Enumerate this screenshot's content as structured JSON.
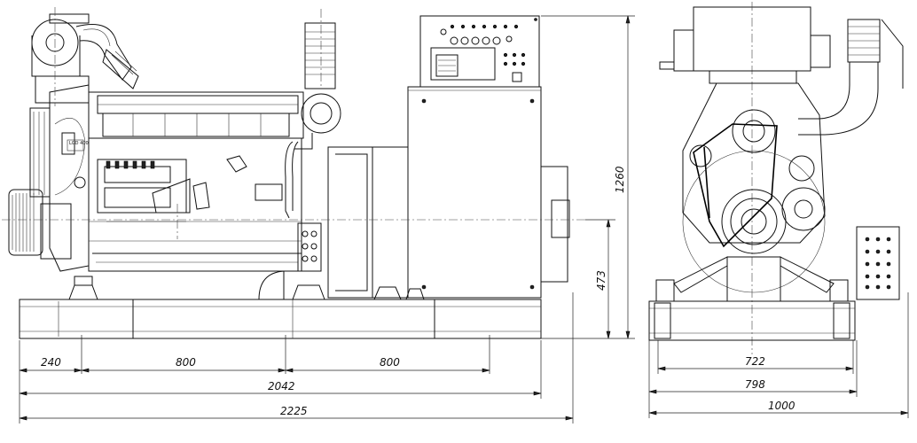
{
  "dimensions": {
    "side_view": {
      "d240": "240",
      "d800a": "800",
      "d800b": "800",
      "d2042": "2042",
      "d2225": "2225",
      "d1260": "1260",
      "d473": "473"
    },
    "end_view": {
      "d722": "722",
      "d798": "798",
      "d1000": "1000"
    }
  },
  "plate_label": "LGD\n400"
}
